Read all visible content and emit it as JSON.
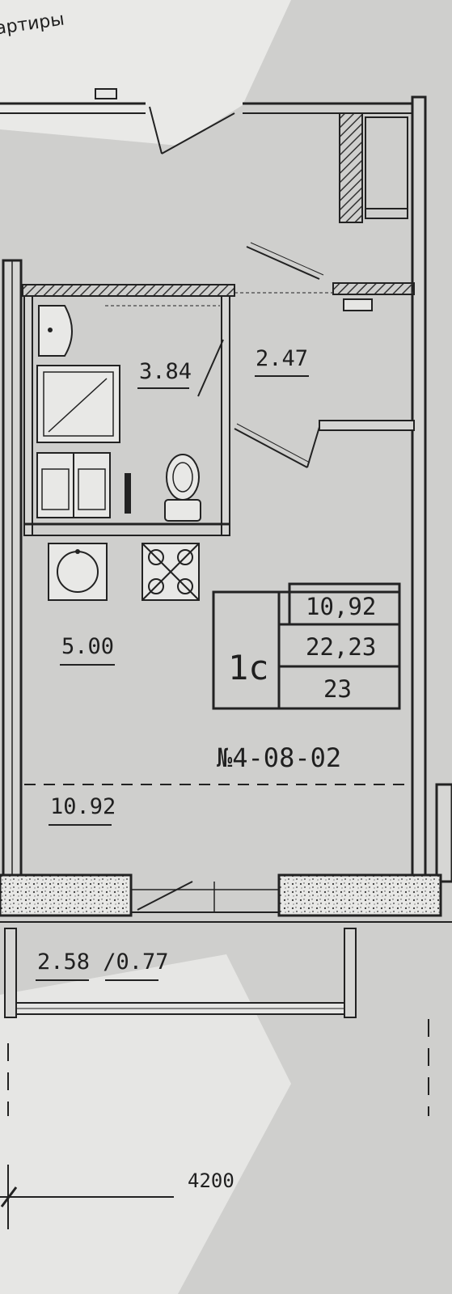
{
  "header_fragment": "артиры",
  "rooms": {
    "bathroom_area": "3.84",
    "hall_area": "2.47",
    "kitchen_area": "5.00",
    "room_area": "10.92",
    "balcony_area": "2.58 /0.77"
  },
  "summary": {
    "type": "1с",
    "living_area": "10,92",
    "total_area": "22,23",
    "total_with_balcony": "23"
  },
  "apartment_number": "№4-08-02",
  "dimension": "4200",
  "colors": {
    "paper": "#cfcfcd",
    "line": "#222222",
    "shadow": "#b9b9b7"
  }
}
